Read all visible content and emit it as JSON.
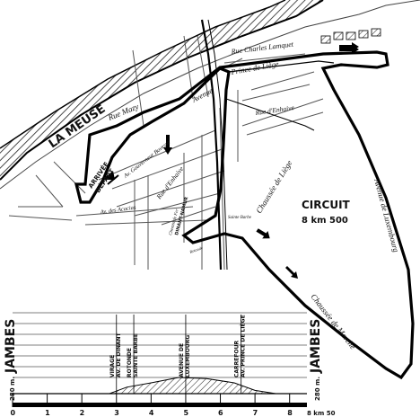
{
  "map": {
    "river": "LA MEUSE",
    "streets": {
      "rue_charles_lamquet": "Rue Charles Lamquet",
      "prince_de_liege": "Prince de Liège",
      "avenue": "Avenue",
      "rue_mazy": "Rue Mazy",
      "rue_denhaive_1": "Rue d'Enhaive",
      "rue_denhaive_2": "Rue d'Enhaive",
      "av_gouverneur": "Av. Gouverneur Bovesse",
      "chemin_de_fer": "Chemin de Fer",
      "dinant_namur": "DINANT-NAMUR",
      "av_acacias": "Av. des Acacias",
      "chaussee_de_liege": "Chaussée de Liège",
      "avenue_de_luxembourg": "Avenue de Luxembourg",
      "chaussee_de_marche": "Chaussée de Marche",
      "sainte_barbe": "Sainte Barbe",
      "rotonde": "Rotonde"
    },
    "start_finish": [
      "ARRIVÉE",
      "DÉPART"
    ],
    "circuit_title": "CIRCUIT",
    "circuit_length": "8 km 500"
  },
  "profile": {
    "left_label": "JAMBES",
    "right_label": "JAMBES",
    "elevation_left": "280 m.",
    "elevation_right": "280 m.",
    "unit": "km",
    "x_ticks": [
      "0",
      "1",
      "2",
      "3",
      "4",
      "5",
      "6",
      "7",
      "8"
    ],
    "end_label": "8 km 50",
    "landmarks": [
      {
        "lines": [
          "VIRAGE",
          "AV. DE DINANT"
        ],
        "km": 3.0
      },
      {
        "lines": [
          "ROTONDE",
          "SAINTE BARBE"
        ],
        "km": 3.5
      },
      {
        "lines": [
          "AVENUE DE",
          "LUXEMBOURG"
        ],
        "km": 5.0
      },
      {
        "lines": [
          "CARREFOUR",
          "AV. PRINCE DE LIÈGE"
        ],
        "km": 6.6
      }
    ],
    "elevation": [
      {
        "km": 0,
        "h": 0
      },
      {
        "km": 2.8,
        "h": 0
      },
      {
        "km": 3.3,
        "h": 0.6
      },
      {
        "km": 4.0,
        "h": 1.0
      },
      {
        "km": 4.8,
        "h": 1.5
      },
      {
        "km": 5.6,
        "h": 1.4
      },
      {
        "km": 6.4,
        "h": 1.0
      },
      {
        "km": 7.0,
        "h": 0.3
      },
      {
        "km": 7.6,
        "h": 0
      },
      {
        "km": 8.5,
        "h": 0
      }
    ]
  }
}
